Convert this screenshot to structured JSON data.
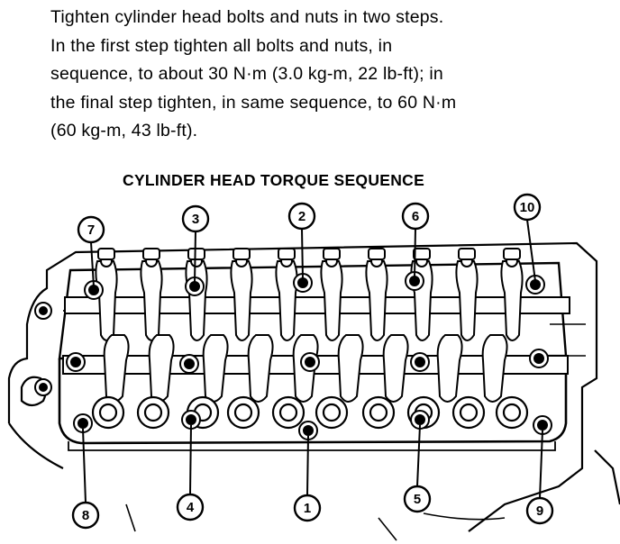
{
  "instructions": {
    "lines": [
      "Tighten cylinder head bolts and nuts in two steps.",
      "In the first step tighten all bolts and nuts, in",
      "sequence, to about 30 N·m (3.0 kg-m, 22 lb-ft); in",
      "the final step tighten, in same sequence, to 60 N·m",
      "(60 kg-m, 43 lb-ft)."
    ]
  },
  "diagram": {
    "title": "CYLINDER HEAD TORQUE SEQUENCE",
    "callouts_top": [
      "7",
      "3",
      "2",
      "6",
      "10"
    ],
    "callouts_bottom": [
      "8",
      "4",
      "1",
      "5",
      "9"
    ]
  }
}
